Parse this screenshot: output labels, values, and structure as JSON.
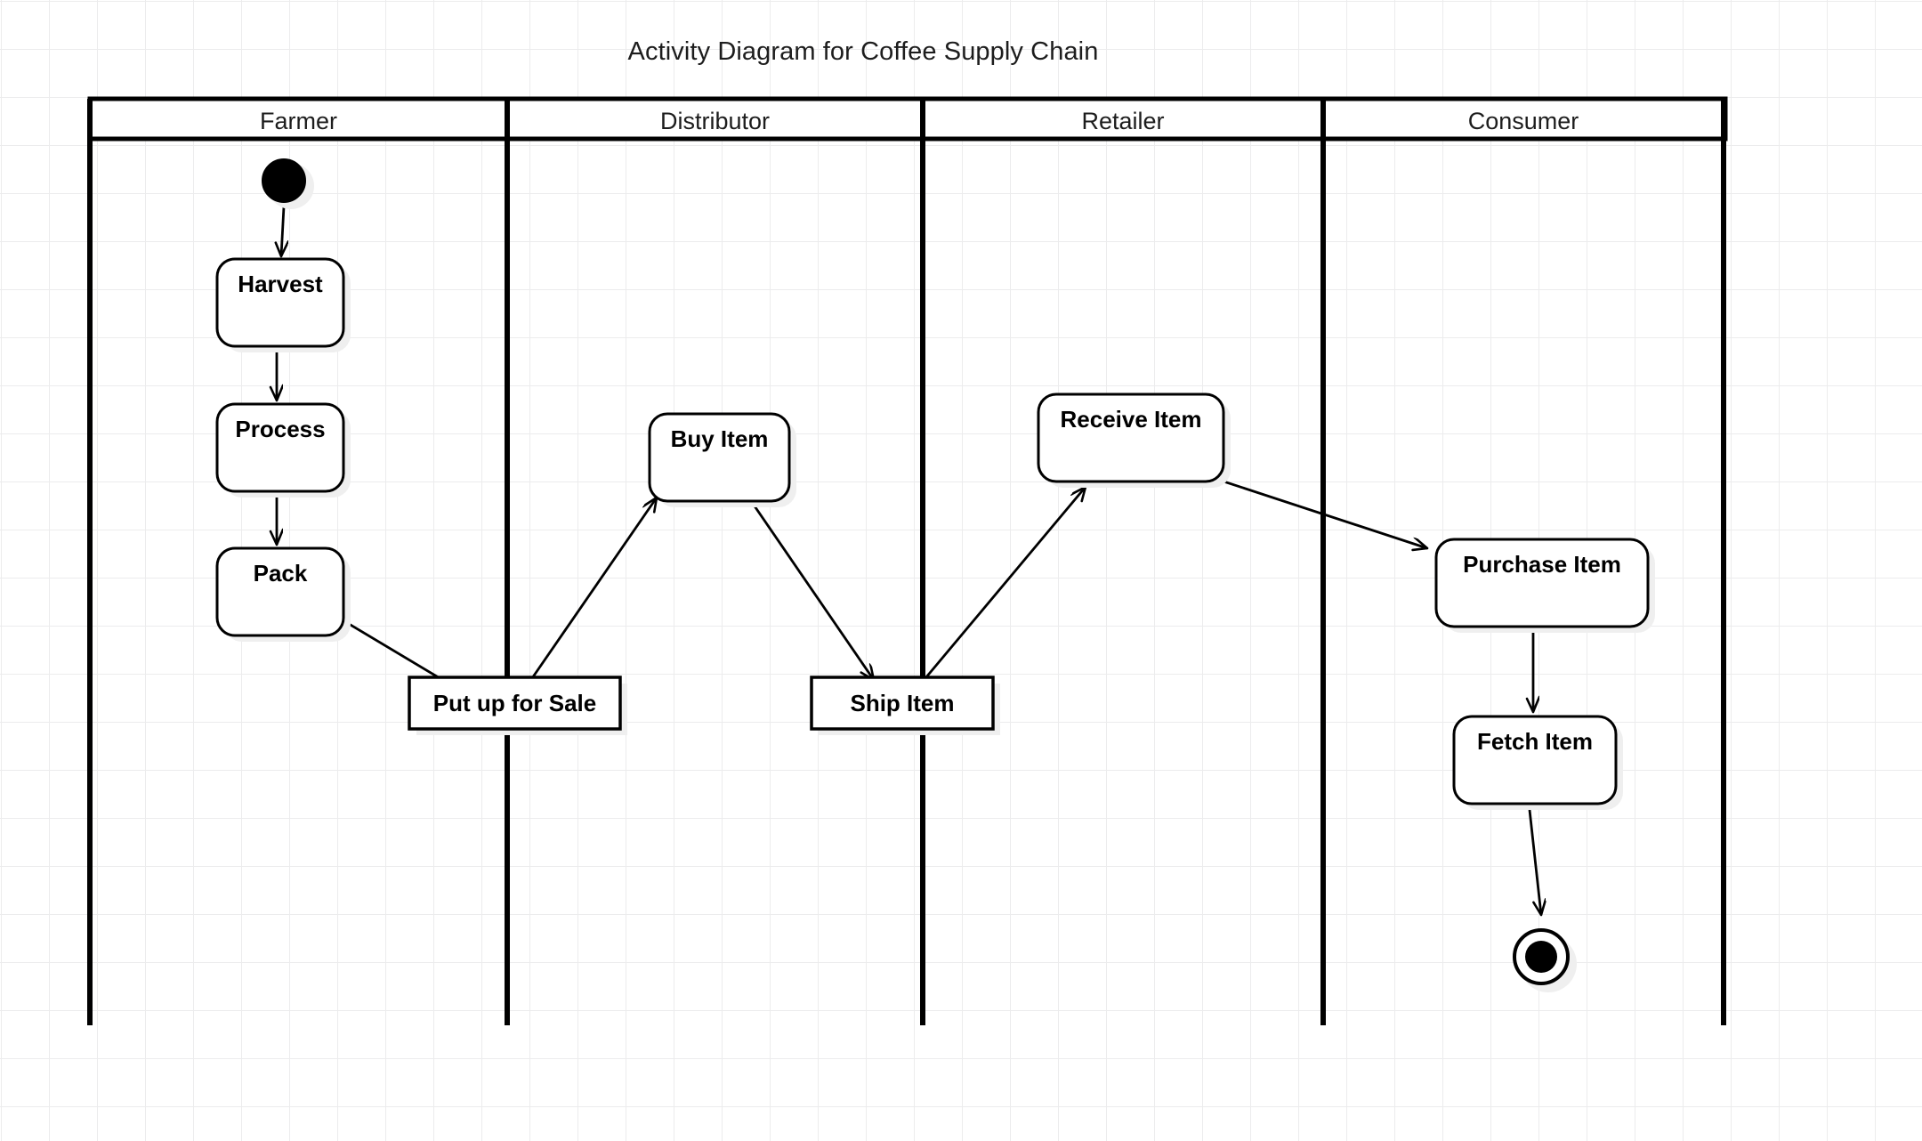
{
  "diagram": {
    "title": "Activity Diagram for Coffee Supply Chain",
    "type": "uml-activity-diagram",
    "background": {
      "grid": "on",
      "grid_color": "#ececed",
      "page_color": "#ffffff"
    },
    "style": {
      "stroke": "#000000",
      "fill": "#ffffff",
      "shadow": "#eeeeee",
      "lane_border_width": 5,
      "node_border_width": 3
    },
    "lanes": [
      {
        "id": "farmer",
        "label": "Farmer"
      },
      {
        "id": "distributor",
        "label": "Distributor"
      },
      {
        "id": "retailer",
        "label": "Retailer"
      },
      {
        "id": "consumer",
        "label": "Consumer"
      }
    ],
    "nodes": [
      {
        "id": "start",
        "label": "",
        "shape": "initial-node",
        "lane": "farmer"
      },
      {
        "id": "harvest",
        "label": "Harvest",
        "shape": "rounded-rect",
        "lane": "farmer"
      },
      {
        "id": "process",
        "label": "Process",
        "shape": "rounded-rect",
        "lane": "farmer"
      },
      {
        "id": "pack",
        "label": "Pack",
        "shape": "rounded-rect",
        "lane": "farmer"
      },
      {
        "id": "put_up",
        "label": "Put up for Sale",
        "shape": "rect",
        "lane": "farmer-distributor"
      },
      {
        "id": "buy_item",
        "label": "Buy Item",
        "shape": "rounded-rect",
        "lane": "distributor"
      },
      {
        "id": "ship_item",
        "label": "Ship Item",
        "shape": "rect",
        "lane": "distributor-retailer"
      },
      {
        "id": "receive_item",
        "label": "Receive Item",
        "shape": "rounded-rect",
        "lane": "retailer"
      },
      {
        "id": "purchase_item",
        "label": "Purchase Item",
        "shape": "rounded-rect",
        "lane": "consumer"
      },
      {
        "id": "fetch_item",
        "label": "Fetch Item",
        "shape": "rounded-rect",
        "lane": "consumer"
      },
      {
        "id": "end",
        "label": "",
        "shape": "final-node",
        "lane": "consumer"
      }
    ],
    "edges": [
      {
        "from": "start",
        "to": "harvest"
      },
      {
        "from": "harvest",
        "to": "process"
      },
      {
        "from": "process",
        "to": "pack"
      },
      {
        "from": "pack",
        "to": "put_up"
      },
      {
        "from": "put_up",
        "to": "buy_item"
      },
      {
        "from": "buy_item",
        "to": "ship_item"
      },
      {
        "from": "ship_item",
        "to": "receive_item"
      },
      {
        "from": "receive_item",
        "to": "purchase_item"
      },
      {
        "from": "purchase_item",
        "to": "fetch_item"
      },
      {
        "from": "fetch_item",
        "to": "end"
      }
    ]
  }
}
